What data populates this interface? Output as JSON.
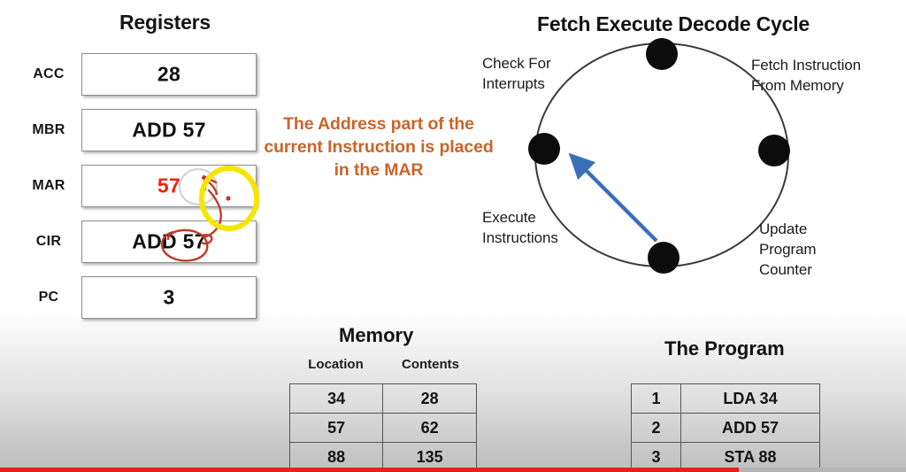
{
  "registers": {
    "title": "Registers",
    "rows": [
      {
        "label": "ACC",
        "value": "28",
        "red": false
      },
      {
        "label": "MBR",
        "value": "ADD 57",
        "red": false
      },
      {
        "label": "MAR",
        "value": "57",
        "red": true
      },
      {
        "label": "CIR",
        "value": "ADD 57",
        "red": false
      },
      {
        "label": "PC",
        "value": "3",
        "red": false
      }
    ]
  },
  "annotation": {
    "text": "The Address part of the current Instruction is placed in the MAR",
    "color": "#c8652a"
  },
  "ink": {
    "highlight_circle_color": "#f5e500",
    "pen_color": "#c0392b",
    "note": "hand-drawn red circle around CIR address with arrow to MAR, yellow highlight circle"
  },
  "cycle": {
    "title": "Fetch Execute Decode Cycle",
    "stages": [
      {
        "name": "check-for-interrupts",
        "label": "Check For\nInterrupts"
      },
      {
        "name": "fetch-instruction",
        "label": "Fetch Instruction\nFrom Memory"
      },
      {
        "name": "execute-instructions",
        "label": "Execute\nInstructions"
      },
      {
        "name": "update-program-counter",
        "label": "Update\nProgram\nCounter"
      }
    ],
    "arrow_color": "#3a6fb8"
  },
  "memory": {
    "title": "Memory",
    "columns": [
      "Location",
      "Contents"
    ],
    "rows": [
      {
        "location": "34",
        "contents": "28"
      },
      {
        "location": "57",
        "contents": "62"
      },
      {
        "location": "88",
        "contents": "135"
      }
    ]
  },
  "program": {
    "title": "The Program",
    "rows": [
      {
        "index": "1",
        "instruction": "LDA 34",
        "red": false
      },
      {
        "index": "2",
        "instruction": "ADD 57",
        "red": true
      },
      {
        "index": "3",
        "instruction": "STA  88",
        "red": false
      }
    ]
  },
  "player": {
    "progress_percent": "81.5",
    "progress_color": "#e62117"
  }
}
